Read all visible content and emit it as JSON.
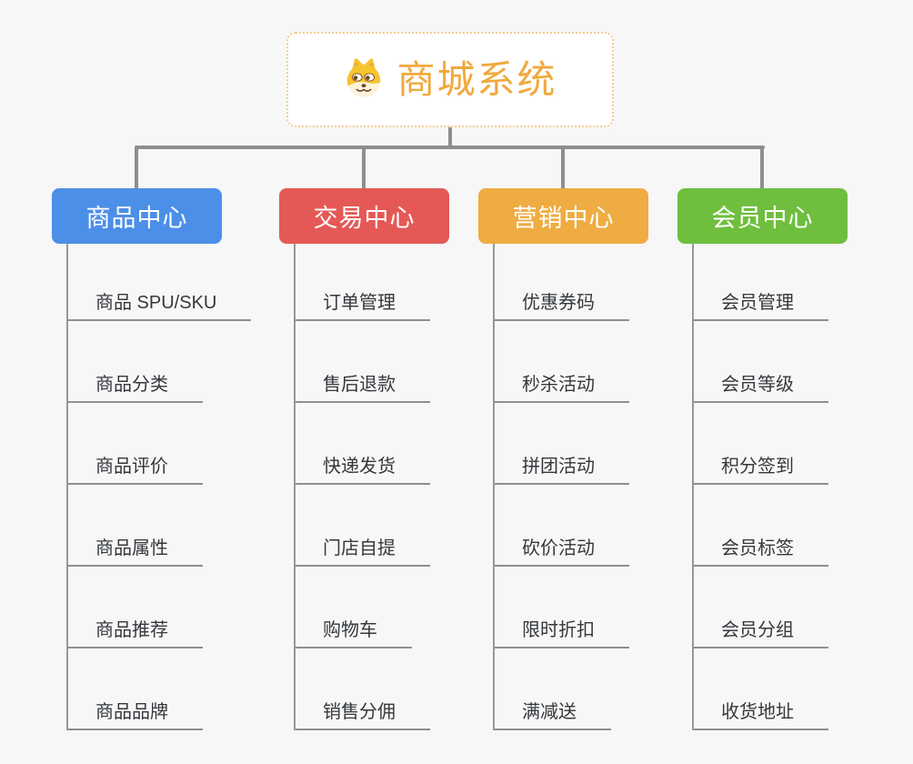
{
  "root": {
    "title": "商城系统",
    "icon": "shiba-dog-icon"
  },
  "branches": [
    {
      "label": "商品中心",
      "color": "#4c8fe8",
      "items": [
        "商品 SPU/SKU",
        "商品分类",
        "商品评价",
        "商品属性",
        "商品推荐",
        "商品品牌"
      ]
    },
    {
      "label": "交易中心",
      "color": "#e45956",
      "items": [
        "订单管理",
        "售后退款",
        "快递发货",
        "门店自提",
        "购物车",
        "销售分佣"
      ]
    },
    {
      "label": "营销中心",
      "color": "#efac42",
      "items": [
        "优惠券码",
        "秒杀活动",
        "拼团活动",
        "砍价活动",
        "限时折扣",
        "满减送"
      ]
    },
    {
      "label": "会员中心",
      "color": "#6fbe3e",
      "items": [
        "会员管理",
        "会员等级",
        "积分签到",
        "会员标签",
        "会员分组",
        "收货地址"
      ]
    }
  ],
  "colors": {
    "background": "#f7f7f7",
    "connector": "#8e8e8e",
    "child_line": "#979797",
    "child_text": "#34383c",
    "root_text": "#f0a93e",
    "root_border": "#f2cd90"
  }
}
